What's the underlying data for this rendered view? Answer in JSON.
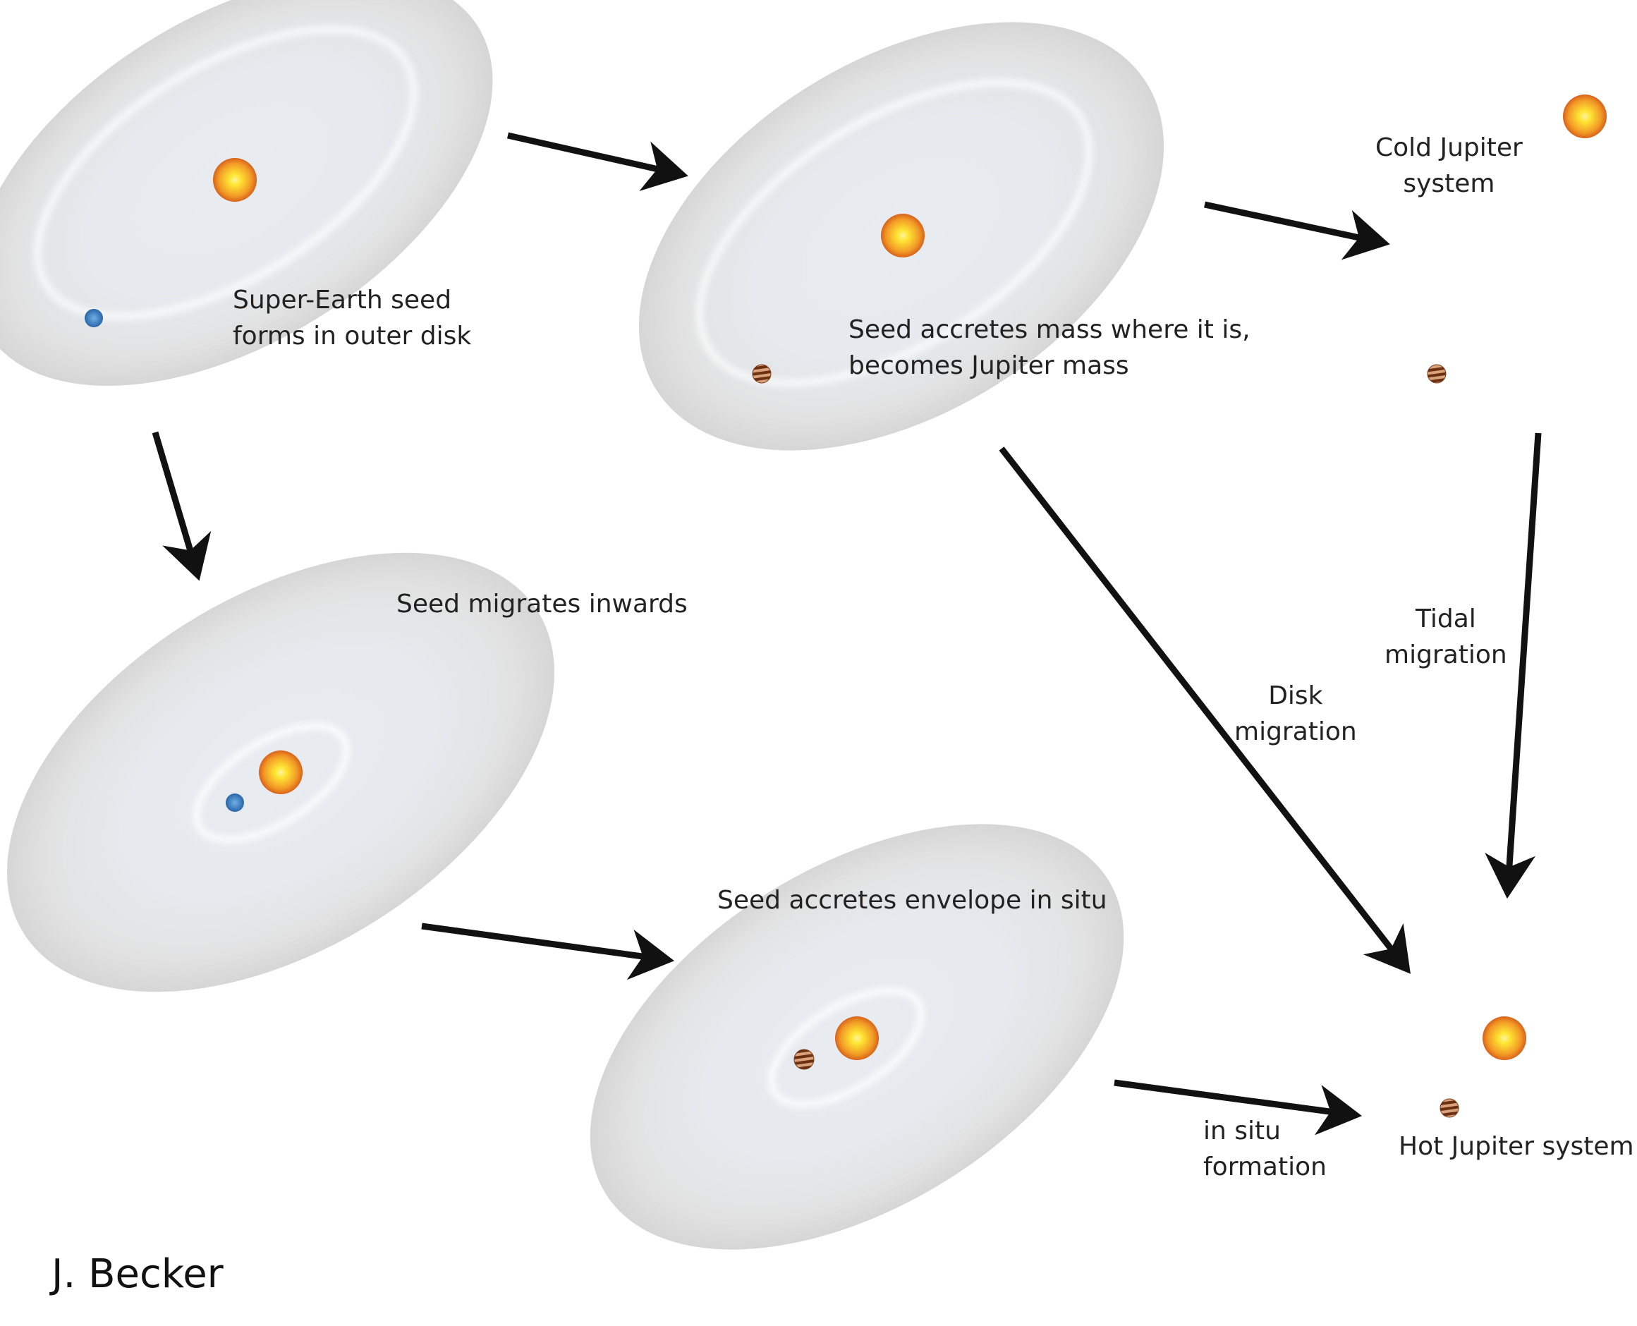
{
  "labels": {
    "super_earth_seed": [
      "Super-Earth seed",
      "forms in outer disk"
    ],
    "seed_accretes_mass": [
      "Seed accretes mass where it is,",
      "becomes Jupiter mass"
    ],
    "cold_jupiter": [
      "Cold Jupiter",
      "system"
    ],
    "seed_migrates": [
      "Seed migrates inwards"
    ],
    "tidal_migration": [
      "Tidal",
      "migration"
    ],
    "disk_migration": [
      "Disk",
      "migration"
    ],
    "seed_accretes_envelope": [
      "Seed accretes envelope in situ"
    ],
    "in_situ_formation": [
      "in situ",
      "formation"
    ],
    "hot_jupiter": [
      "Hot Jupiter system"
    ]
  },
  "credit": "J. Becker",
  "colors": {
    "disk_outer": "#dadada",
    "disk_inner": "#e8ecf0",
    "star_core": "#ffee33",
    "star_edge": "#e8741c",
    "super_earth": "#3f7fc0",
    "jupiter_band_dark": "#6b2f12",
    "jupiter_band_light": "#d8a27a",
    "arrow": "#111111"
  }
}
